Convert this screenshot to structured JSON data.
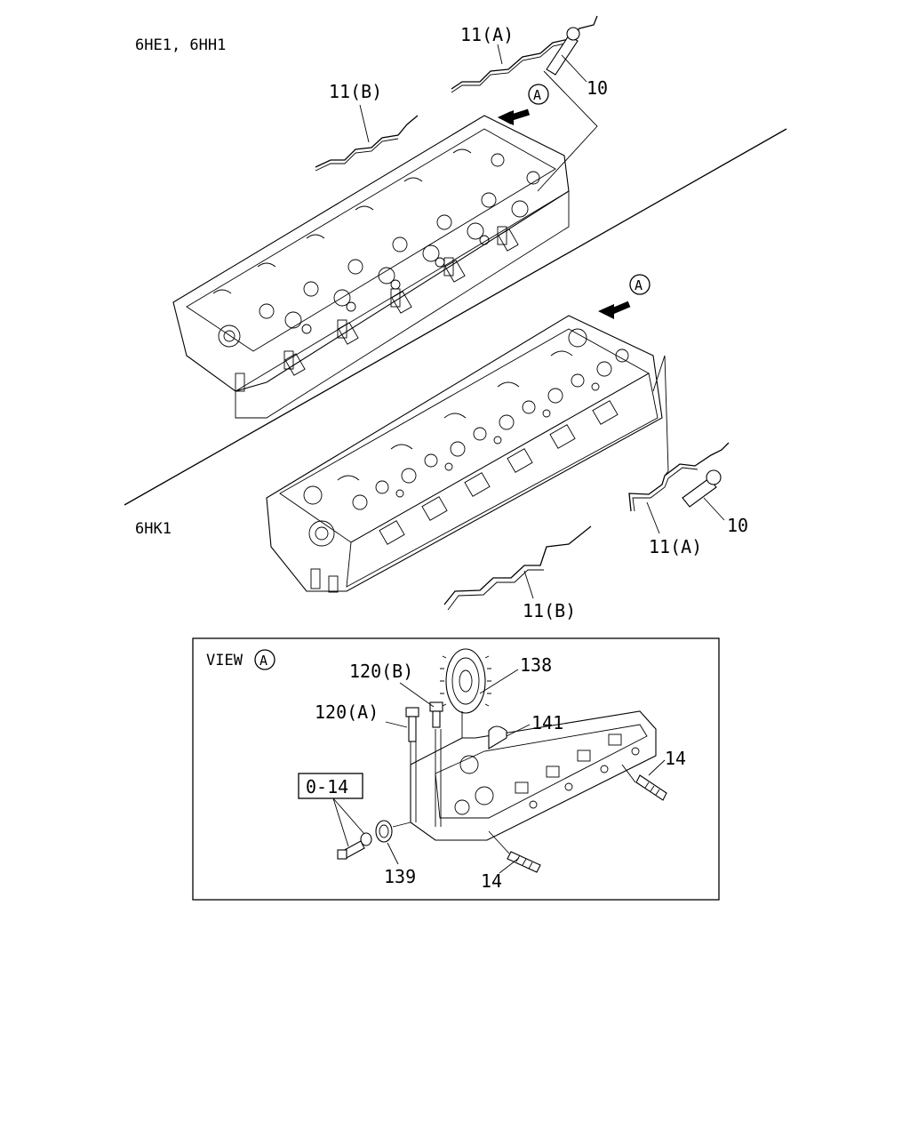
{
  "header": {
    "model_upper": "6HE1, 6HH1",
    "model_lower": "6HK1"
  },
  "view_marker": "A",
  "upper_assembly": {
    "callouts": {
      "pipe_a": "11(A)",
      "pipe_b": "11(B)",
      "nozzle": "10"
    }
  },
  "lower_assembly": {
    "callouts": {
      "pipe_a": "11(A)",
      "pipe_b": "11(B)",
      "nozzle": "10"
    }
  },
  "view_a_box": {
    "title": "VIEW",
    "callouts": {
      "bolt_b": "120(B)",
      "bolt_a": "120(A)",
      "gear": "138",
      "key": "141",
      "stud_right": "14",
      "stud_bottom": "14",
      "plug": "139",
      "kit_ref": "0-14"
    }
  }
}
